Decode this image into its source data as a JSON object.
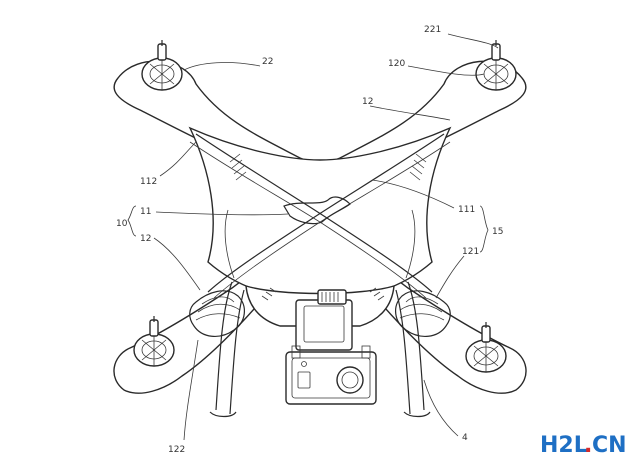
{
  "labels": {
    "l221": "221",
    "l22": "22",
    "l120": "120",
    "l12a": "12",
    "l112": "112",
    "l11": "11",
    "l10": "10",
    "l12b": "12",
    "l111": "111",
    "l15": "15",
    "l121": "121",
    "l122": "122",
    "l4": "4"
  },
  "watermark": {
    "h2l": "H2L",
    "dot": ".",
    "cn": "CN"
  },
  "colors": {
    "watermark_blue": "#1e6fc4",
    "watermark_red": "#d62a2a",
    "line": "#2a2a2a"
  }
}
